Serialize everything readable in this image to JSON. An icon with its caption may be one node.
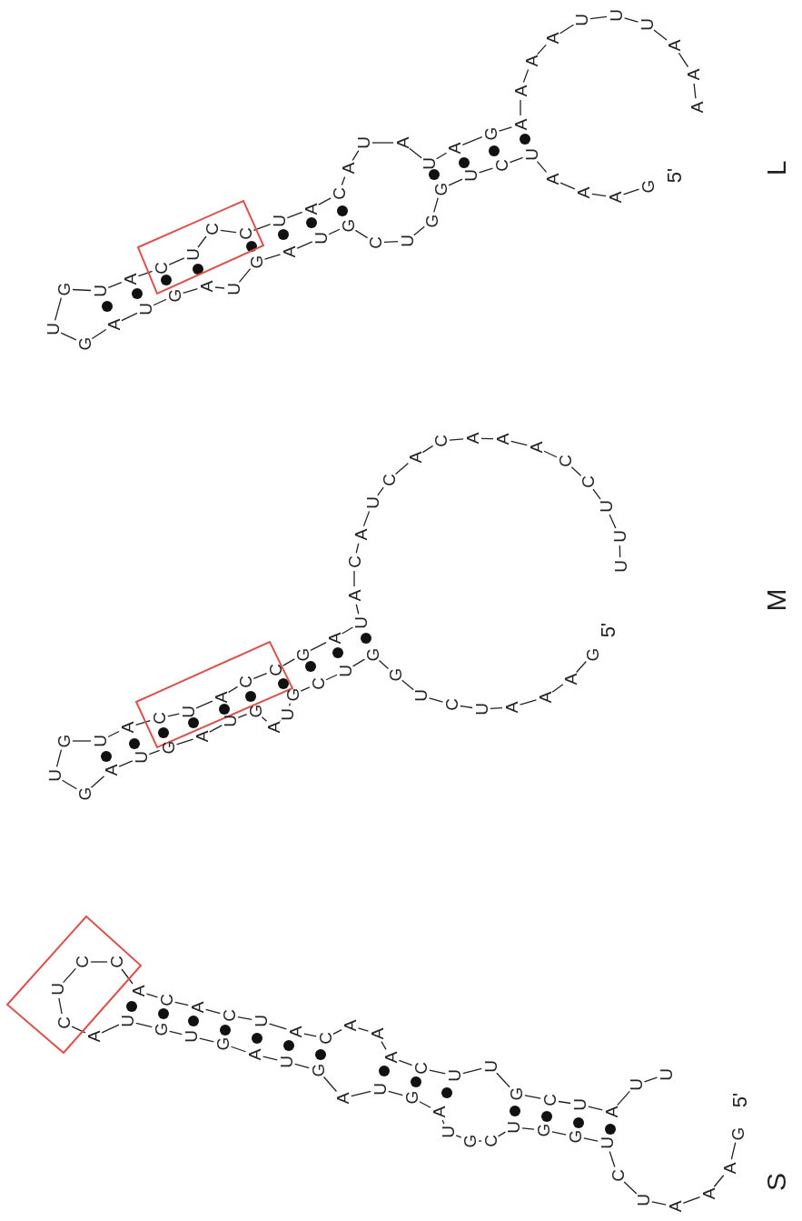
{
  "diagram": {
    "labels": [
      "5'",
      "G",
      "A",
      "A",
      "A",
      "U",
      "C",
      "U",
      "G",
      "G",
      "U",
      "C",
      "G",
      "U",
      "A",
      "G",
      "U",
      "A",
      "G",
      "U",
      "A",
      "G",
      "U",
      "G",
      "U",
      "A",
      "C",
      "U",
      "C",
      "C",
      "U",
      "A",
      "C",
      "A",
      "U",
      "A",
      "U",
      "A",
      "G",
      "A",
      "A",
      "A",
      "A",
      "U",
      "U",
      "U",
      "A",
      "A",
      "A",
      "L",
      "5'",
      "G",
      "A",
      "A",
      "A",
      "U",
      "C",
      "U",
      "G",
      "G",
      "U",
      "C",
      "G",
      "U",
      "A",
      "G",
      "U",
      "A",
      "G",
      "U",
      "A",
      "G",
      "U",
      "G",
      "U",
      "A",
      "C",
      "U",
      "A",
      "C",
      "C",
      "G",
      "A",
      "U",
      "A",
      "C",
      "A",
      "U",
      "C",
      "A",
      "C",
      "A",
      "A",
      "A",
      "C",
      "C",
      "U",
      "U",
      "U",
      "M",
      "5'",
      "G",
      "A",
      "A",
      "A",
      "U",
      "C",
      "U",
      "G",
      "G",
      "U",
      "C",
      "G",
      "U",
      "A",
      "G",
      "U",
      "A",
      "G",
      "U",
      "A",
      "G",
      "U",
      "G",
      "U",
      "A",
      "C",
      "U",
      "C",
      "C",
      "A",
      "C",
      "A",
      "C",
      "U",
      "A",
      "C",
      "A",
      "A",
      "A",
      "C",
      "U",
      "U",
      "G",
      "C",
      "U",
      "A",
      "U",
      "U",
      "S"
    ]
  }
}
